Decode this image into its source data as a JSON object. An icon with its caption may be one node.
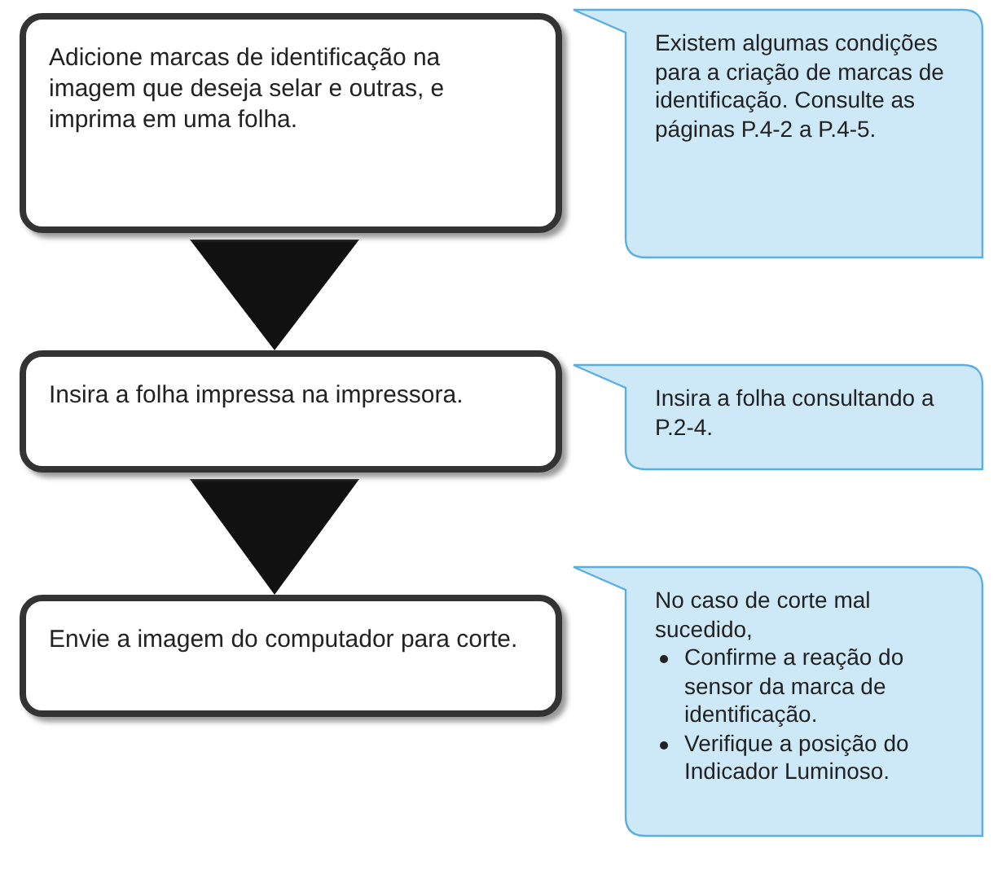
{
  "diagram": {
    "nodes": [
      {
        "text": [
          "Adicione marcas de identificação na imagem que deseja selar e outras, e imprima em uma folha."
        ]
      },
      {
        "text": [
          "Existem algumas condições para a criação de marcas de identificação. Consulte as páginas P.4-2 a P.4-5."
        ]
      },
      {
        "text": [
          "Insira a folha impressa na impressora."
        ]
      },
      {
        "text": [
          "Insira a folha consultando a P.2-4."
        ]
      },
      {
        "text": [
          "Envie a imagem do computador para corte."
        ]
      },
      {
        "text": [
          "No caso de corte mal sucedido,",
          "Confirme a reação do sensor da marca de identificação.",
          "Verifique a posição do Indicador Luminoso."
        ]
      }
    ],
    "edges": [
      {
        "from": 0,
        "to": 2,
        "arrow": "to"
      },
      {
        "from": 2,
        "to": 4,
        "arrow": "to"
      }
    ]
  }
}
